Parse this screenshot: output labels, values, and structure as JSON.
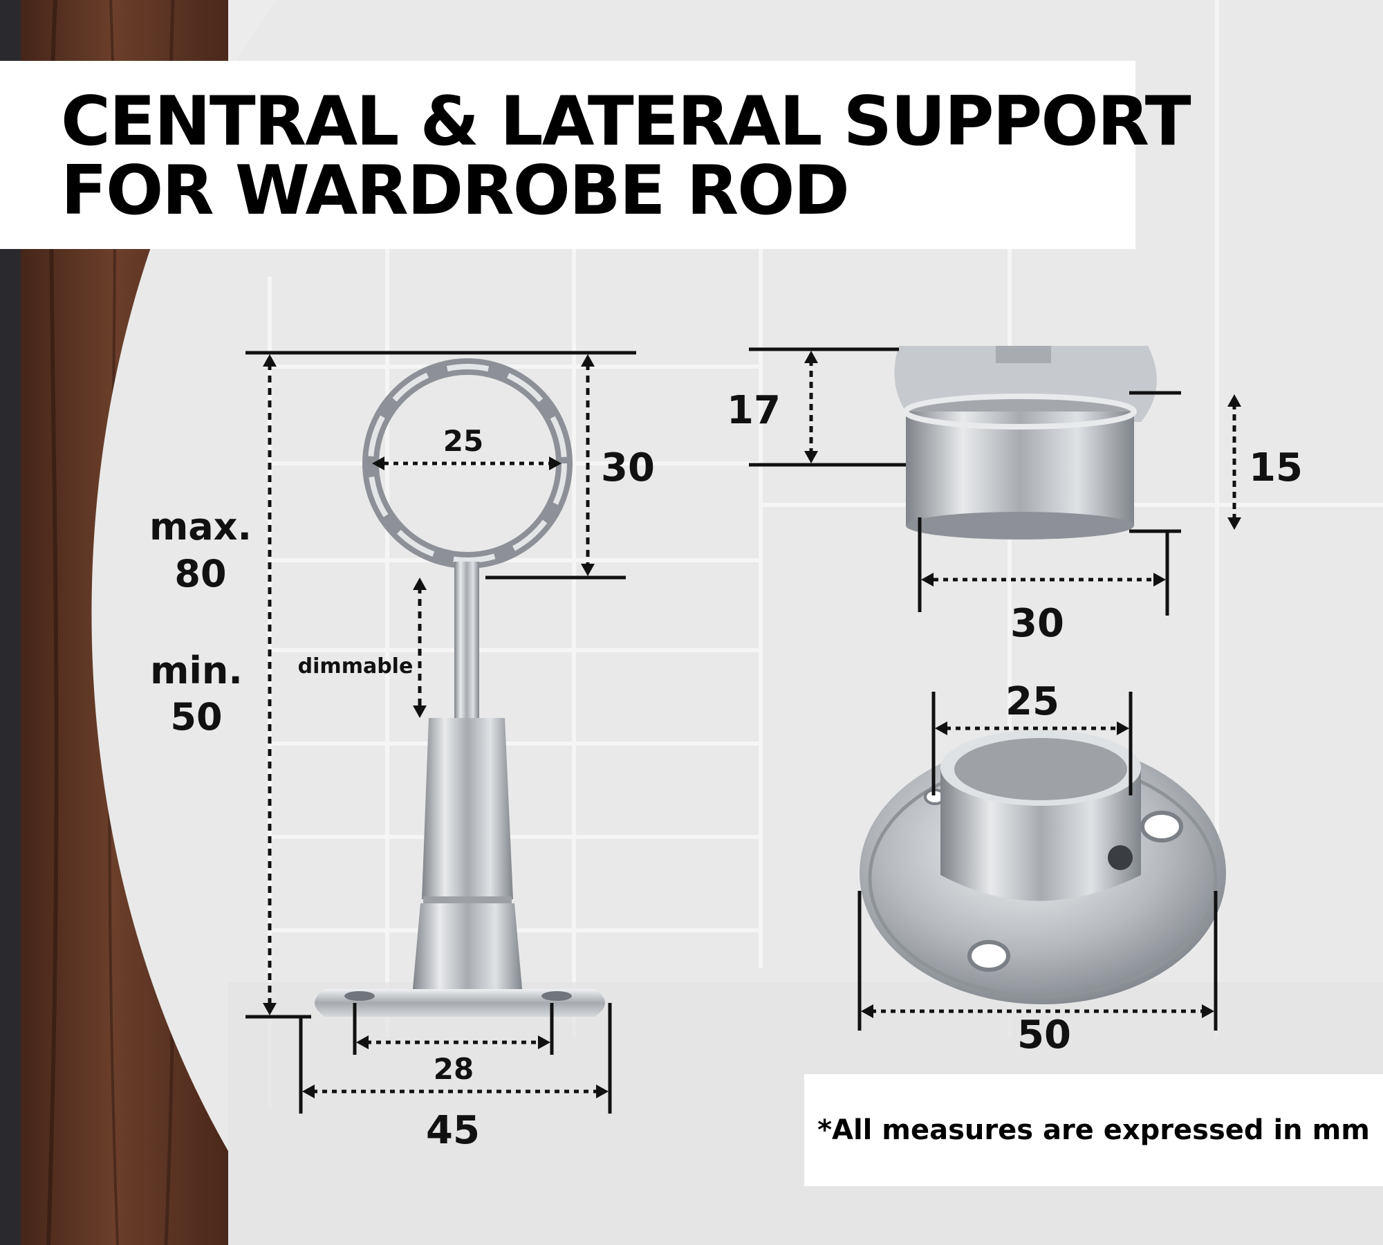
{
  "header": {
    "title_line_1": "CENTRAL & LATERAL SUPPORT",
    "title_line_2": "FOR WARDROBE ROD"
  },
  "central_support": {
    "ring_inner_diameter": "25",
    "ring_outer_height": "30",
    "max_label": "max.",
    "max_value": "80",
    "min_label": "min.",
    "min_value": "50",
    "adjustable_label": "dimmable",
    "hole_spacing": "28",
    "base_length": "45"
  },
  "lateral_support_open": {
    "back_plate_height": "17",
    "cup_height": "15",
    "cup_width": "30"
  },
  "lateral_support_flange": {
    "inner_diameter": "25",
    "flange_diameter": "50"
  },
  "footnote": {
    "text": "*All measures are expressed in mm"
  },
  "colors": {
    "dimension_lines": "#111111",
    "background": "#e6e6e6",
    "wood": "#5a3424",
    "chrome": "#b9bcc0"
  }
}
